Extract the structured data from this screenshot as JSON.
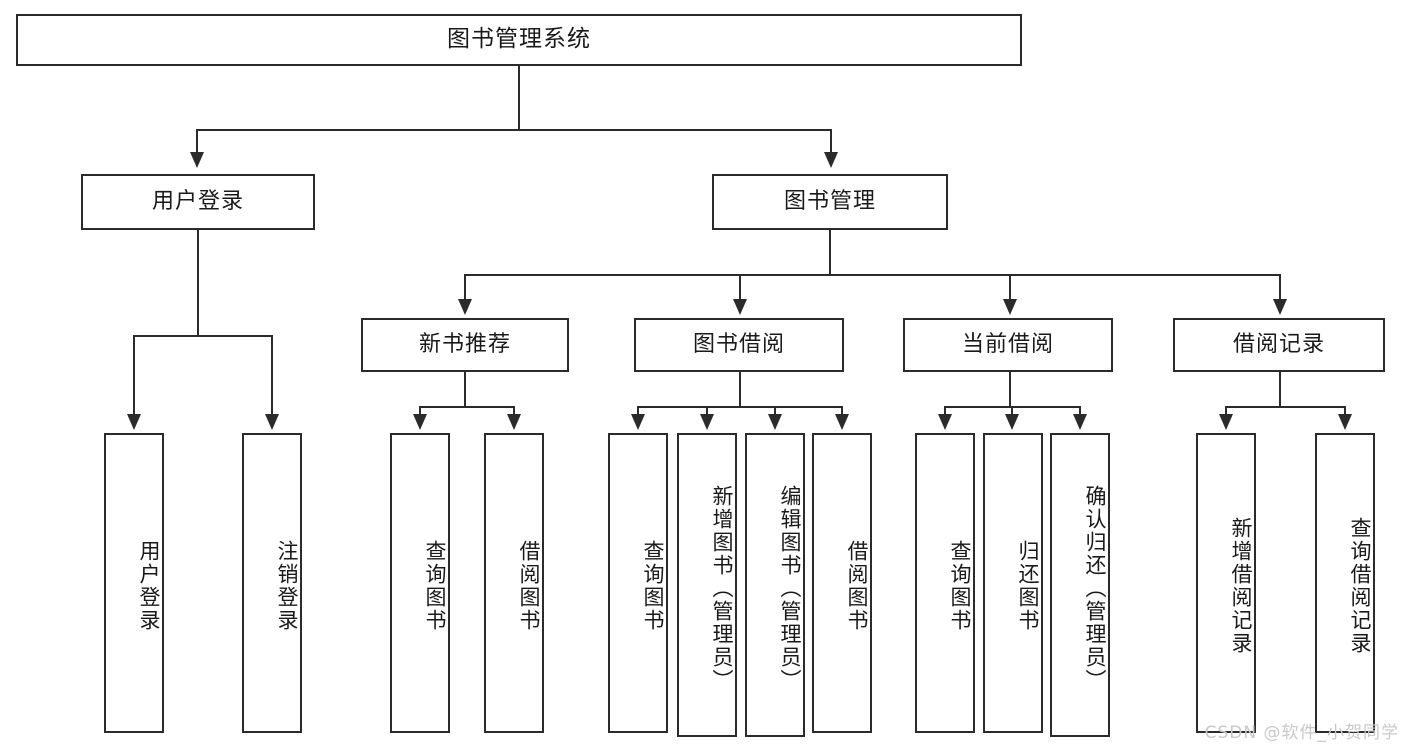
{
  "diagram": {
    "title": "图书管理系统",
    "type": "tree",
    "watermark": "CSDN @软件_小贺同学",
    "colors": {
      "stroke": "#2b2b2b",
      "fill": "#ffffff",
      "text": "#1a1a1a",
      "watermark": "#c9c9c9"
    },
    "root": {
      "label": "图书管理系统"
    },
    "level2": [
      {
        "id": "user-login",
        "label": "用户登录"
      },
      {
        "id": "book-manage",
        "label": "图书管理"
      }
    ],
    "level3": [
      {
        "id": "new-book-recommend",
        "label": "新书推荐"
      },
      {
        "id": "book-borrow",
        "label": "图书借阅"
      },
      {
        "id": "current-borrow",
        "label": "当前借阅"
      },
      {
        "id": "borrow-record",
        "label": "借阅记录"
      }
    ],
    "leaves": {
      "user_login": [
        {
          "id": "leaf-user-login",
          "label": "用户登录"
        },
        {
          "id": "leaf-logout-login",
          "label": "注销登录"
        }
      ],
      "new_book_recommend": [
        {
          "id": "leaf-query-book-1",
          "label": "查询图书"
        },
        {
          "id": "leaf-borrow-book-1",
          "label": "借阅图书"
        }
      ],
      "book_borrow": [
        {
          "id": "leaf-query-book-2",
          "label": "查询图书"
        },
        {
          "id": "leaf-add-book",
          "label": "新增图书（管理员）"
        },
        {
          "id": "leaf-edit-book",
          "label": "编辑图书（管理员）"
        },
        {
          "id": "leaf-borrow-book-2",
          "label": "借阅图书"
        }
      ],
      "current_borrow": [
        {
          "id": "leaf-query-book-3",
          "label": "查询图书"
        },
        {
          "id": "leaf-return-book",
          "label": "归还图书"
        },
        {
          "id": "leaf-confirm-return",
          "label": "确认归还（管理员）"
        }
      ],
      "borrow_record": [
        {
          "id": "leaf-add-record",
          "label": "新增借阅记录"
        },
        {
          "id": "leaf-query-record",
          "label": "查询借阅记录"
        }
      ]
    }
  }
}
